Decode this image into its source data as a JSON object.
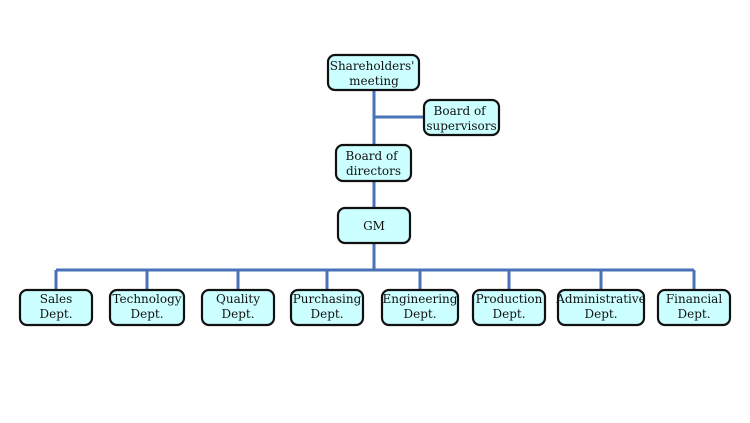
{
  "org_chart": {
    "top": {
      "shareholders": {
        "lines": [
          "Shareholders'",
          "meeting"
        ]
      },
      "supervisors": {
        "lines": [
          "Board of",
          "supervisors"
        ]
      },
      "directors": {
        "lines": [
          "Board of",
          "directors"
        ]
      },
      "gm": {
        "lines": [
          "GM"
        ]
      }
    },
    "departments": [
      {
        "lines": [
          "Sales",
          "Dept."
        ]
      },
      {
        "lines": [
          "Technology",
          "Dept."
        ]
      },
      {
        "lines": [
          "Quality",
          "Dept."
        ]
      },
      {
        "lines": [
          "Purchasing",
          "Dept."
        ]
      },
      {
        "lines": [
          "Engineering",
          "Dept."
        ]
      },
      {
        "lines": [
          "Production",
          "Dept."
        ]
      },
      {
        "lines": [
          "Administrative",
          "Dept."
        ]
      },
      {
        "lines": [
          "Financial",
          "Dept."
        ]
      }
    ],
    "colors": {
      "box_fill": "#ccffff",
      "box_border": "#111111",
      "connector": "#4a72b8"
    }
  }
}
